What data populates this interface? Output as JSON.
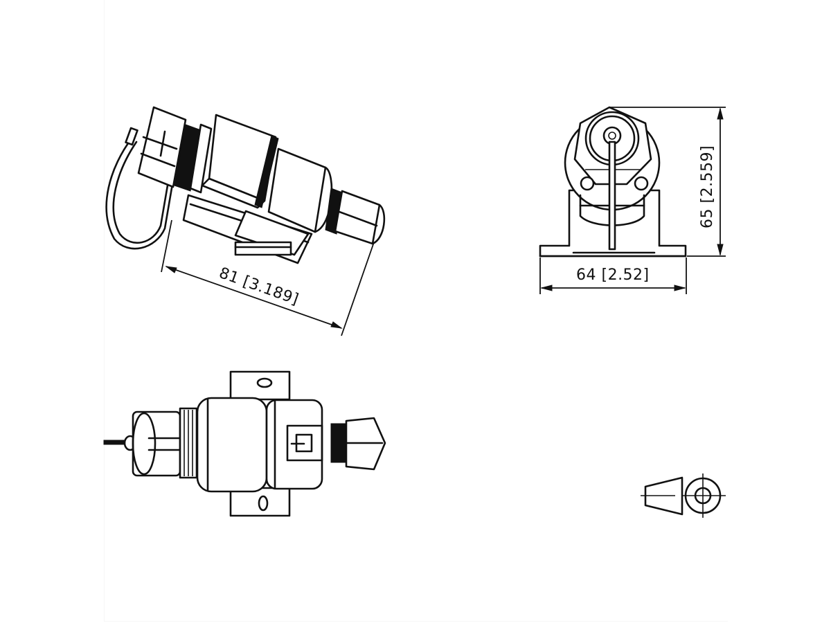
{
  "drawing": {
    "type": "technical-dimension-drawing",
    "subject": "surge protector / connector assembly with mounting bracket",
    "views": [
      {
        "id": "isometric-view",
        "label": "Isometric view with dust cap"
      },
      {
        "id": "end-view",
        "label": "Front end view"
      },
      {
        "id": "top-view",
        "label": "Top view with mounting bracket"
      }
    ],
    "dimensions": {
      "length": {
        "value_mm": "81",
        "value_in": "[3.189]",
        "text": "81 [3.189]"
      },
      "height": {
        "value_mm": "65",
        "value_in": "[2.559]",
        "text": "65 [2.559]"
      },
      "width": {
        "value_mm": "64",
        "value_in": "[2.52]",
        "text": "64 [2.52]"
      }
    },
    "projection_symbol": {
      "name": "first-angle-projection-symbol"
    },
    "colors": {
      "line": "#111111",
      "background": "#ffffff"
    }
  }
}
